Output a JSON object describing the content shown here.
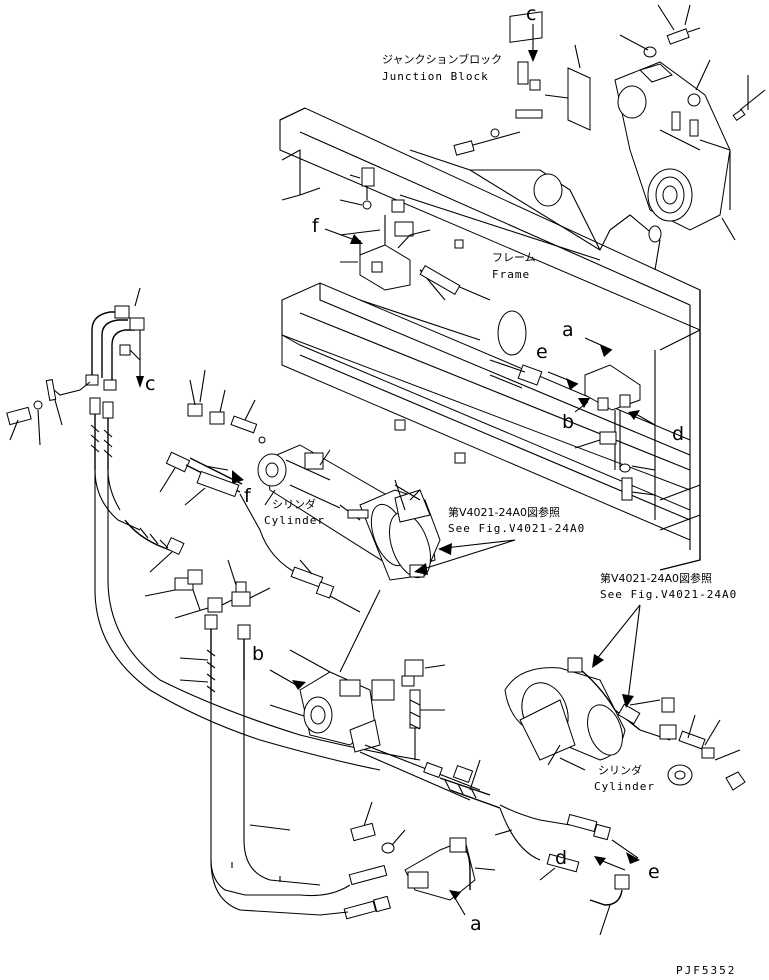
{
  "labels": {
    "junction_jp": "ジャンクションブロック",
    "junction_en": "Junction Block",
    "frame_jp": "フレーム",
    "frame_en": "Frame",
    "cylinder_jp": "シリンダ",
    "cylinder_en": "Cylinder",
    "cylinder2_jp": "シリンダ",
    "cylinder2_en": "Cylinder",
    "seefig1_jp": "第V4021-24A0図参照",
    "seefig1_en": "See Fig.V4021-24A0",
    "seefig2_jp": "第V4021-24A0図参照",
    "seefig2_en": "See Fig.V4021-24A0",
    "part_code": "PJF5352"
  },
  "letters": {
    "c_top": "c",
    "f_top": "f",
    "a_right": "a",
    "e_right": "e",
    "b_right": "b",
    "d_right": "d",
    "c_left": "c",
    "f_mid": "f",
    "b_mid": "b",
    "d_bottom": "d",
    "e_bottom": "e",
    "a_bottom": "a"
  }
}
